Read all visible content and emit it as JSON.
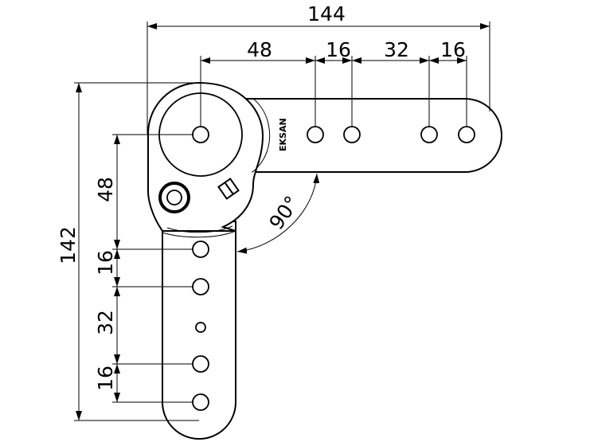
{
  "drawing": {
    "brand": "EKSAN",
    "angle_label": "90°",
    "horizontal_dims": {
      "overall": "144",
      "pivot_to_first_hole": "48",
      "first_spacing": "16",
      "middle_spacing": "32",
      "last_spacing": "16"
    },
    "vertical_dims": {
      "overall": "142",
      "pivot_to_first_hole": "48",
      "first_spacing": "16",
      "middle_spacing": "32",
      "last_spacing": "16"
    }
  }
}
